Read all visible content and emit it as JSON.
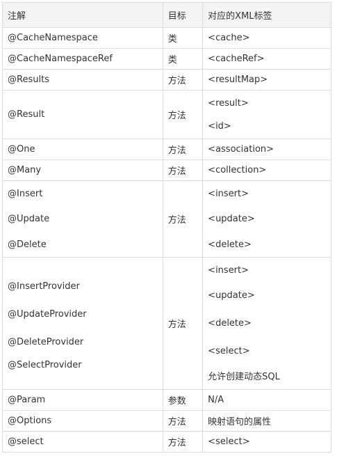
{
  "headers": [
    "注解",
    "目标",
    "对应的XML标签"
  ],
  "rows": [
    {
      "annotation": [
        "@CacheNamespace"
      ],
      "target": "类",
      "xml": [
        "<cache>"
      ]
    },
    {
      "annotation": [
        "@CacheNamespaceRef"
      ],
      "target": "类",
      "xml": [
        "<cacheRef>"
      ]
    },
    {
      "annotation": [
        "@Results"
      ],
      "target": "方法",
      "xml": [
        "<resultMap>"
      ]
    },
    {
      "annotation": [
        "@Result"
      ],
      "target": "方法",
      "xml": [
        "<result>",
        "<id>"
      ]
    },
    {
      "annotation": [
        "@One"
      ],
      "target": "方法",
      "xml": [
        "<association>"
      ]
    },
    {
      "annotation": [
        "@Many"
      ],
      "target": "方法",
      "xml": [
        "<collection>"
      ]
    },
    {
      "annotation": [
        "@Insert",
        "@Update",
        "@Delete"
      ],
      "target": "方法",
      "xml": [
        "<insert>",
        "<update>",
        "<delete>"
      ]
    },
    {
      "annotation": [
        "@InsertProvider",
        "@UpdateProvider",
        "@DeleteProvider",
        "@SelectProvider"
      ],
      "target": "方法",
      "xml": [
        "<insert>",
        "<update>",
        "<delete>",
        "<select>",
        "允许创建动态SQL"
      ]
    },
    {
      "annotation": [
        "@Param"
      ],
      "target": "参数",
      "xml": [
        "N/A"
      ]
    },
    {
      "annotation": [
        "@Options"
      ],
      "target": "方法",
      "xml": [
        "映射语句的属性"
      ]
    },
    {
      "annotation": [
        "@select"
      ],
      "target": "方法",
      "xml": [
        "<select>"
      ]
    }
  ]
}
